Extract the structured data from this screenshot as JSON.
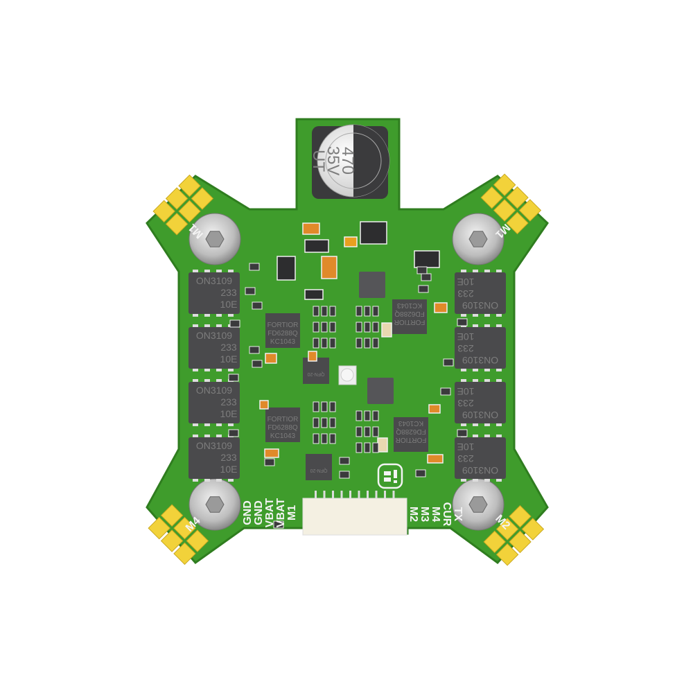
{
  "colors": {
    "board": "#3f9c2c",
    "board_edge": "#2f7d1f",
    "pad": "#f2d23a",
    "chip": "#4a4a4c",
    "silk": "#f4f4f4"
  },
  "capacitor": {
    "lines": [
      "470",
      "35V",
      "UT"
    ]
  },
  "mosfet": {
    "lines": [
      "ON3109",
      "233",
      "10E"
    ]
  },
  "driver": {
    "lines": [
      "FORTIOR",
      "FD6288Q",
      "KC1043"
    ]
  },
  "qfn": {
    "label": "QFN-20"
  },
  "connector_labels": {
    "left": [
      "GND",
      "GND",
      "VBAT",
      "VBAT",
      "M1"
    ],
    "right": [
      "M2",
      "M3",
      "M4",
      "CUR",
      "TX"
    ]
  },
  "motor_labels": [
    "M1",
    "M1",
    "M4",
    "M2"
  ]
}
